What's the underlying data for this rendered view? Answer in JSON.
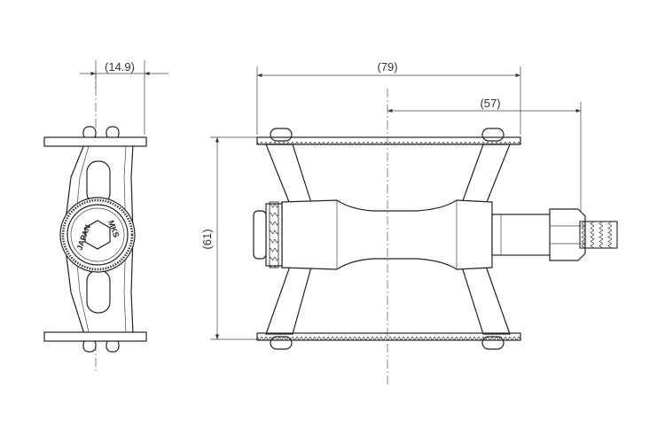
{
  "dimensions": {
    "side_width": "(14.9)",
    "total_length": "(79)",
    "axle_to_center": "(57)",
    "height": "(61)"
  },
  "dust_cap": {
    "left_text": "JAPAN",
    "right_text": "MKS"
  }
}
